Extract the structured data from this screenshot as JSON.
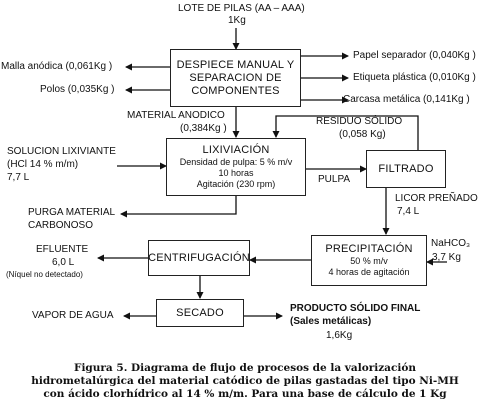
{
  "input": {
    "title": "LOTE DE PILAS (AA – AAA)",
    "amount": "1Kg"
  },
  "boxes": {
    "despiece": {
      "line1": "DESPIECE MANUAL Y",
      "line2": "SEPARACION DE",
      "line3": "COMPONENTES"
    },
    "lixiviacion": {
      "title": "LIXIVIACIÓN",
      "line1": "Densidad de pulpa: 5 % m/v",
      "line2": "10 horas",
      "line3": "Agitación (230 rpm)"
    },
    "filtrado": {
      "title": "FILTRADO"
    },
    "precipitacion": {
      "title": "PRECIPITACIÓN",
      "line1": "50 % m/v",
      "line2": "4 horas de agitación"
    },
    "centrifugacion": {
      "title": "CENTRIFUGACIÓN"
    },
    "secado": {
      "title": "SECADO"
    }
  },
  "streams": {
    "malla": "Malla anódica (0,061Kg )",
    "polos": "Polos (0,035Kg )",
    "papel": "Papel separador (0,040Kg )",
    "etiqueta": "Etiqueta plástica (0,010Kg )",
    "carcasa": "Carcasa metálica (0,141Kg )",
    "material_anodico": "MATERIAL ANODICO",
    "material_anodico_amount": "(0,384Kg )",
    "residuo": "RESIDUO SÓLIDO",
    "residuo_amount": "(0,058 Kg)",
    "solucion": "SOLUCION LIXIVIANTE",
    "solucion_conc": "(HCl 14 % m/m)",
    "solucion_vol": "7,7 L",
    "pulpa": "PULPA",
    "purga": "PURGA MATERIAL",
    "purga2": "CARBONOSO",
    "licor": "LICOR PREÑADO",
    "licor_vol": "7,4 L",
    "nahco3": "NaHCO₃",
    "nahco3_amount": "3,7 Kg",
    "efluente": "EFLUENTE",
    "efluente_vol": "6,0 L",
    "efluente_note": "(Níquel no detectado)",
    "vapor": "VAPOR DE AGUA",
    "producto": "PRODUCTO SÓLIDO FINAL",
    "producto_sub": "(Sales metálicas)",
    "producto_amount": "1,6Kg"
  },
  "caption": {
    "line1": "Figura 5. Diagrama de flujo de procesos de la valorización",
    "line2": "hidrometalúrgica del material catódico de pilas gastadas del tipo Ni-MH",
    "line3": "con ácido clorhídrico al 14 % m/m. Para una base de cálculo de 1 Kg"
  }
}
